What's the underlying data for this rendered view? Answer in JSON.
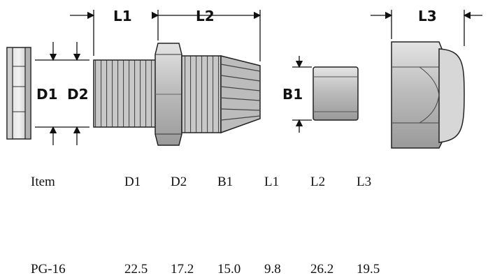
{
  "drawing": {
    "labels": {
      "l1": "L1",
      "l2": "L2",
      "l3": "L3",
      "d1": "D1",
      "d2": "D2",
      "b1": "B1"
    }
  },
  "table": {
    "header": [
      "Item",
      "D1",
      "D2",
      "B1",
      "L1",
      "L2",
      "L3"
    ],
    "row": [
      "PG-16",
      "22.5",
      "17.2",
      "15.0",
      "9.8",
      "26.2",
      "19.5"
    ]
  }
}
